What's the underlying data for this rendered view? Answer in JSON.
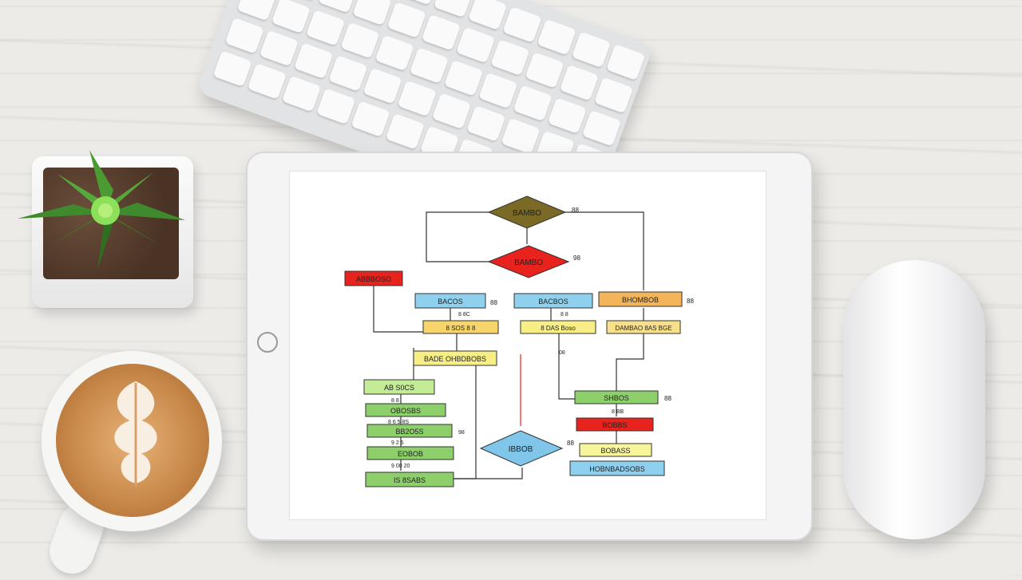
{
  "flowchart": {
    "decision_top": "BAMBO",
    "decision_top_side": "88",
    "decision_mid": "BAMBO",
    "decision_mid_side": "98",
    "red_box": "ABBBOSO",
    "row1": [
      {
        "text": "BACOS",
        "side": "88"
      },
      {
        "text": "BACBOS",
        "side": ""
      },
      {
        "text": "BHOMBOB",
        "side": "88"
      }
    ],
    "row1_sub": [
      "8 8C",
      "8 8",
      ""
    ],
    "row2": [
      "8 SOS   8 8",
      "8 DAS Boso",
      "DAMBAO 8AS BGE"
    ],
    "mid_box": "BADE OHBDBOBS",
    "left_column": [
      "AB  S0CS",
      "OBOSBS",
      "BB2O5S",
      "EOBOB",
      "IS 8SABS"
    ],
    "left_small": [
      "8  8",
      "8 6 5 8S",
      "9 2 5",
      "9 00 20"
    ],
    "left_side_mark": "08",
    "diamond_bottom": "IBBOB",
    "diamond_bottom_side": "88",
    "right_column": [
      "SHBOS",
      "BOBBS",
      "BOBASS",
      "HOBNBADSOBS"
    ],
    "right_column_side": "88",
    "right_small": "8 BB",
    "colors": {
      "olive": "#7a6a25",
      "red": "#e8231e",
      "blue": "#8ed0ee",
      "orange": "#f4b55a",
      "yellow": "#f8ee86",
      "green": "#8ccf6b",
      "light_green": "#c4eb96"
    }
  }
}
